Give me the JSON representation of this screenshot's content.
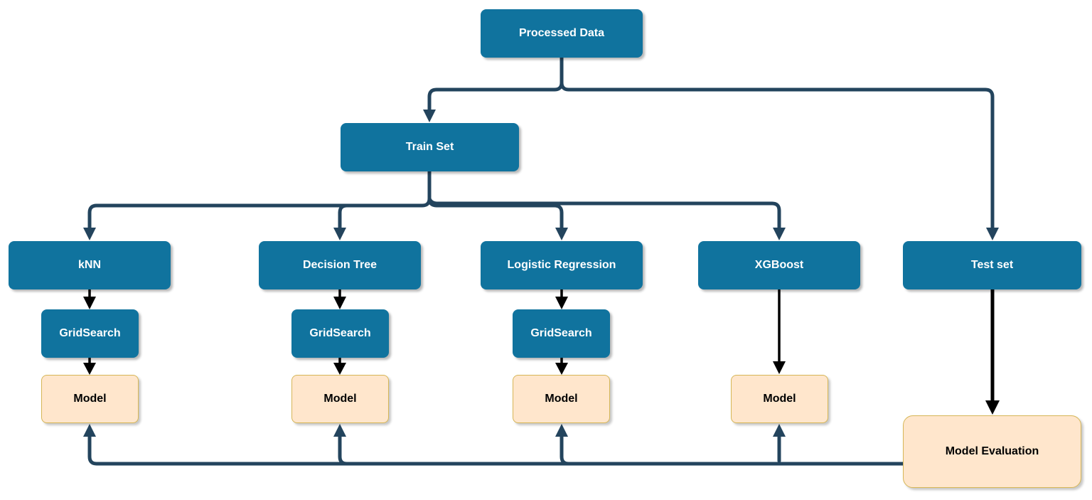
{
  "diagram": {
    "colors": {
      "process_fill": "#10739e",
      "process_text": "#ffffff",
      "model_fill": "#ffe6cc",
      "model_border": "#d6b656",
      "connector_main": "#23445d",
      "connector_secondary": "#000000"
    },
    "nodes": {
      "processed_data": "Processed Data",
      "train_set": "Train Set",
      "test_set": "Test set",
      "knn": "kNN",
      "decision_tree": "Decision Tree",
      "logistic_regression": "Logistic Regression",
      "xgboost": "XGBoost",
      "gridsearch_knn": "GridSearch",
      "gridsearch_dt": "GridSearch",
      "gridsearch_lr": "GridSearch",
      "model_knn": "Model",
      "model_dt": "Model",
      "model_lr": "Model",
      "model_xgb": "Model",
      "model_evaluation": "Model Evaluation"
    }
  }
}
